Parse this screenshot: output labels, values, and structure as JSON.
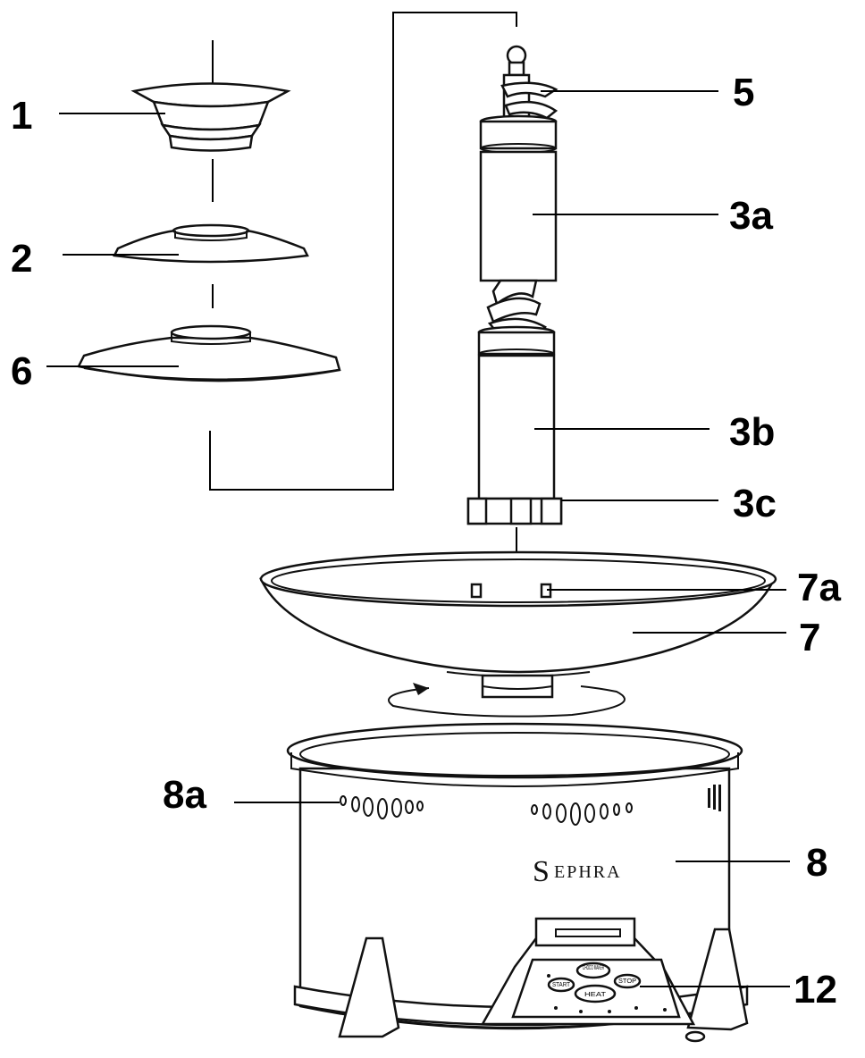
{
  "labels": {
    "p1": "1",
    "p2": "2",
    "p6": "6",
    "p5": "5",
    "p3a": "3a",
    "p3b": "3b",
    "p3c": "3c",
    "p7a": "7a",
    "p7": "7",
    "p8a": "8a",
    "p8": "8",
    "p12": "12"
  },
  "brand": {
    "initial": "S",
    "rest": "EPHRA"
  },
  "control_panel": {
    "btn_top": "CHOCO MAKER",
    "btn_left": "START",
    "btn_right": "STOP",
    "btn_heat": "HEAT"
  }
}
